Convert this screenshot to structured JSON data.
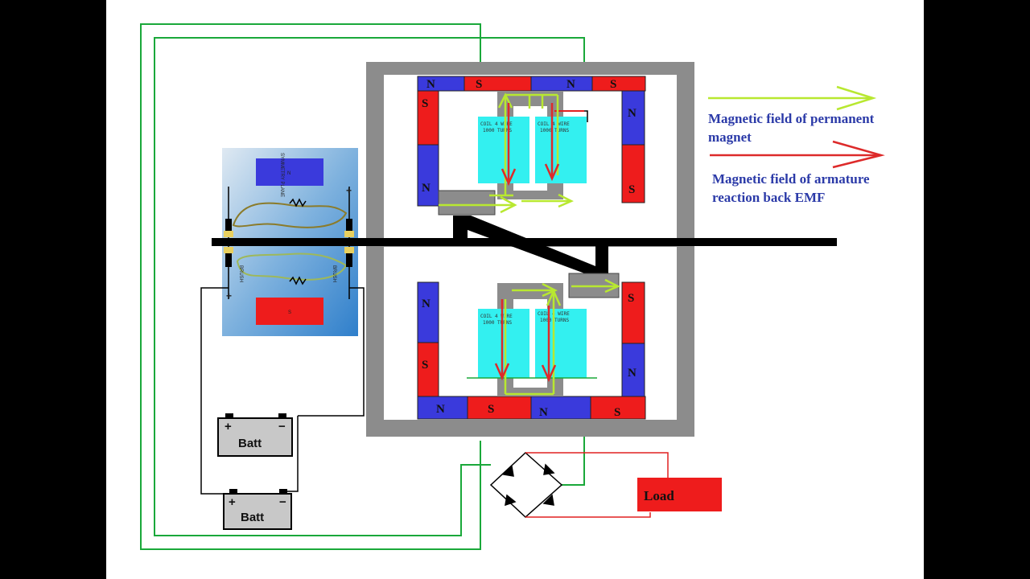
{
  "colors": {
    "north": "#3a3adc",
    "south": "#ee1c1c",
    "permanent_field_arrow": "#b8e830",
    "armature_field_arrow": "#dd2a2a",
    "coil": "#33f0f0",
    "frame": "#8c8c8c",
    "wire_green": "#1aa83a",
    "wire_red": "#e02020",
    "legend_text": "#2b3aa8"
  },
  "magnet_poles": {
    "top_row": [
      "N",
      "S",
      "N",
      "S"
    ],
    "top_left_column": [
      "S",
      "N"
    ],
    "top_right_column": [
      "N",
      "S"
    ],
    "bottom_left_column": [
      "N",
      "S"
    ],
    "bottom_right_column": [
      "S",
      "N"
    ],
    "bottom_row": [
      "N",
      "S",
      "N",
      "S"
    ]
  },
  "coils": {
    "top_left_text": [
      "COIL 4 WIRE",
      "1000 TURNS"
    ],
    "top_right_text": [
      "COIL 4 WIRE",
      "1000 TURNS"
    ],
    "bottom_left_text": [
      "COIL 4 WIRE",
      "1000 TURNS"
    ],
    "bottom_right_text": [
      "COIL 4 WIRE",
      "1000 TURNS"
    ]
  },
  "inset": {
    "north_label": "N",
    "south_label": "S",
    "plane_label": "SYMMETRY PLANE",
    "brush_label": "BRUSH",
    "plus_sign": "+",
    "minus_sign": "−"
  },
  "legend": {
    "permanent_line1": "Magnetic field of permanent",
    "permanent_line2": "magnet",
    "armature_line1": "Magnetic field of armature",
    "armature_line2": "reaction back EMF"
  },
  "batteries": [
    {
      "label": "Batt",
      "plus": "+",
      "minus": "−"
    },
    {
      "label": "Batt",
      "plus": "+",
      "minus": "−"
    }
  ],
  "load": {
    "label": "Load"
  },
  "icons": [
    "diode-bridge-icon",
    "battery-icon",
    "arrow-icon"
  ]
}
